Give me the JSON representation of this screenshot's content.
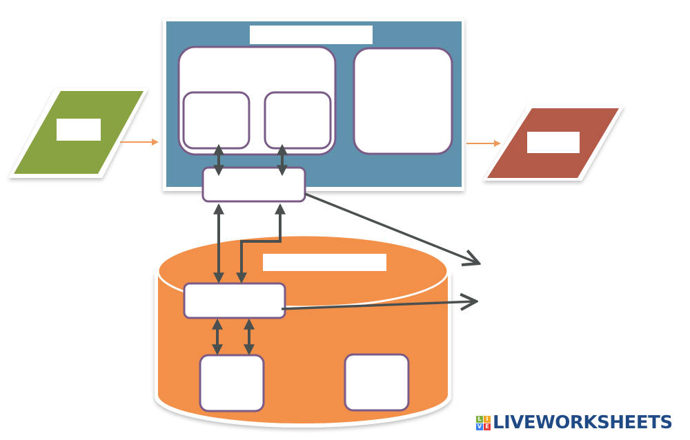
{
  "diagram": {
    "title": "Blank system diagram worksheet",
    "colors": {
      "input_parallelogram": "#8aa342",
      "output_parallelogram": "#b45a48",
      "system_panel": "#5f92ad",
      "database_cylinder": "#f2904a",
      "box_border": "#7a5a86",
      "connector": "#4a4f4f",
      "flow_arrow": "#f09a5a"
    },
    "labels": {
      "input_label": "",
      "output_label": "",
      "system_title": "",
      "database_title": ""
    },
    "boxes": {
      "system_left_group": "",
      "system_left_inner_a": "",
      "system_left_inner_b": "",
      "system_right_box": "",
      "system_interface_box": "",
      "database_interface_box": "",
      "database_box_a": "",
      "database_box_b": ""
    }
  },
  "watermark": {
    "grid_letters": [
      "L",
      "I",
      "V",
      "E"
    ],
    "grid_colors": [
      "#7cb342",
      "#f4a623",
      "#3b82f6",
      "#e53935"
    ],
    "text": "LIVEWORKSHEETS"
  }
}
